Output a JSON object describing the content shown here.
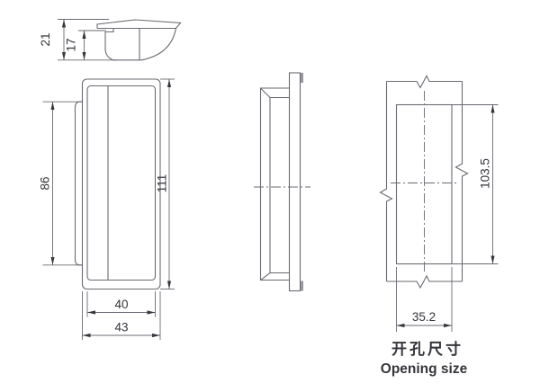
{
  "drawing": {
    "background": "#ffffff",
    "line_color": "#6a6a72",
    "text_color": "#35353b",
    "views": {
      "profile": {
        "description": "handle side profile (scoop section)",
        "dims": {
          "total_height": "21",
          "body_height": "17"
        }
      },
      "front": {
        "description": "front view of recessed pull handle",
        "dims": {
          "recess_height": "86",
          "overall_height": "111",
          "inner_width": "40",
          "overall_width": "43"
        }
      },
      "side": {
        "description": "side elevation with mounting flange and centerline"
      },
      "opening": {
        "description": "panel cut-out drawing with break lines",
        "dims": {
          "height": "103.5",
          "width": "35.2"
        },
        "caption_zh": "开孔尺寸",
        "caption_en": "Opening size"
      }
    }
  }
}
